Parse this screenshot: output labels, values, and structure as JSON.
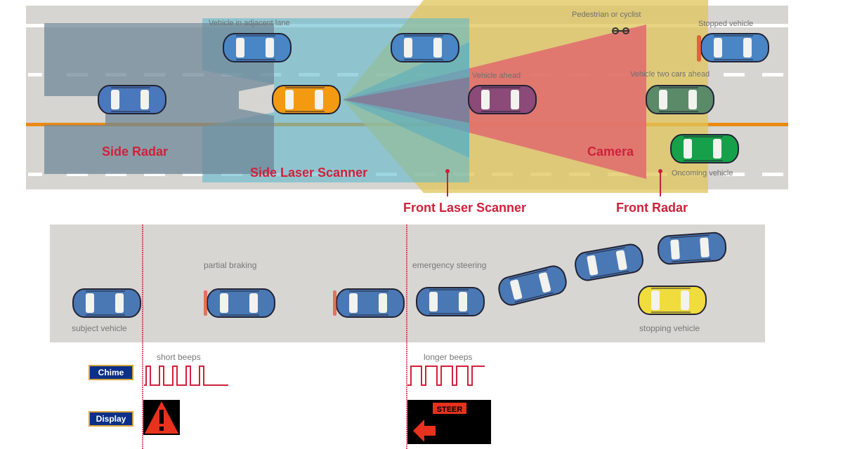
{
  "top_diagram": {
    "sensors": {
      "side_radar": "Side Radar",
      "side_laser_scanner": "Side Laser Scanner",
      "front_laser_scanner": "Front Laser Scanner",
      "front_radar": "Front Radar",
      "camera": "Camera"
    },
    "vehicle_labels": {
      "adjacent_lane": "Vehicle in adjacent lane",
      "pedestrian": "Pedestrian or cyclist",
      "stopped": "Stopped vehicle",
      "ahead": "Vehicle ahead",
      "two_ahead": "Vehicle two cars ahead",
      "oncoming": "Oncoming vehicle"
    },
    "colors": {
      "road": "#d6d5d2",
      "side_radar_zone": "#7e95a4",
      "laser_zone": "#5fb9cc",
      "camera_zone": "#e06a6f",
      "radar_zone": "#e0c45a",
      "center_line": "#e98a13",
      "sensor_text": "#d0213a"
    }
  },
  "bottom_diagram": {
    "phases": {
      "subject": "subject vehicle",
      "partial_braking": "partial braking",
      "emergency_steering": "emergency steering",
      "stopping": "stopping vehicle"
    },
    "rows": {
      "chime": "Chime",
      "display": "Display"
    },
    "chime_labels": {
      "short": "short beeps",
      "long": "longer beeps"
    },
    "display": {
      "steer": "STEER"
    }
  }
}
